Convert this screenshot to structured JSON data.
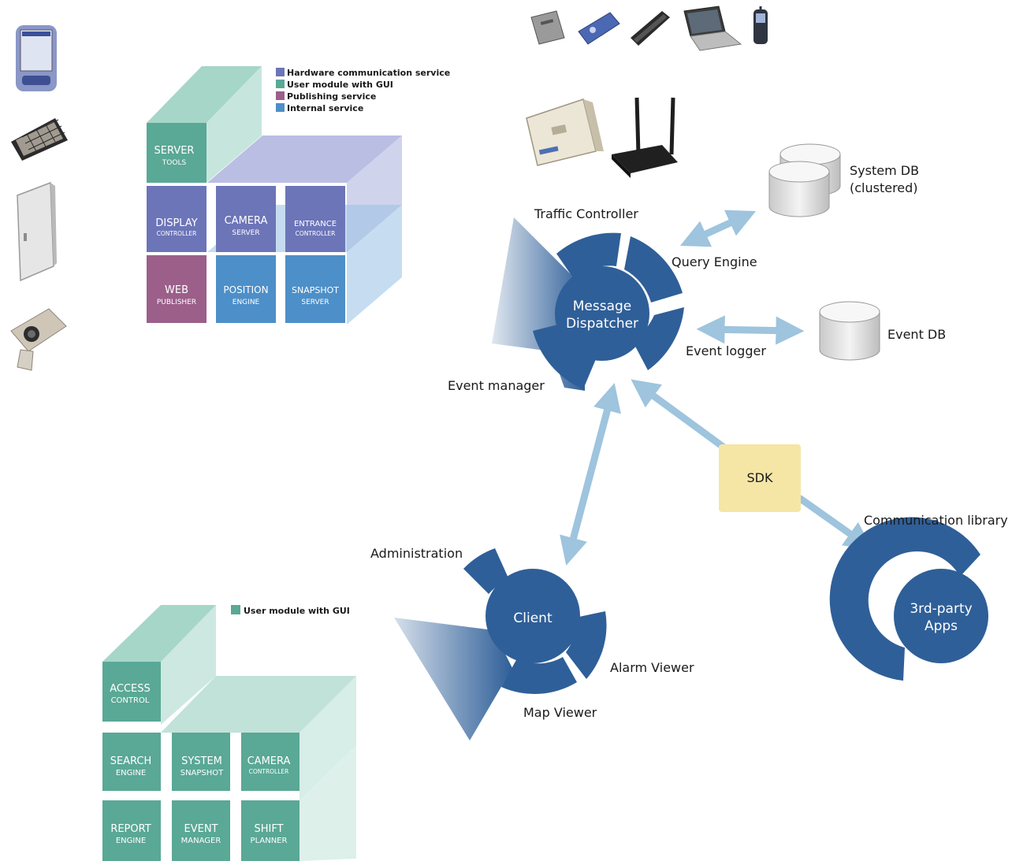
{
  "colors": {
    "primary_blue": "#2f5f98",
    "arrow_blue": "#9ec4de",
    "sdk_yellow": "#f5e6a6",
    "hardware_purple": "#6c75b8",
    "user_module_teal": "#5aa896",
    "publishing_mauve": "#9b5f8a",
    "internal_blue": "#4d8fc8"
  },
  "server_stack": {
    "legend": [
      {
        "label": "Hardware communication service",
        "color": "#6c75b8"
      },
      {
        "label": "User module with GUI",
        "color": "#5aa896"
      },
      {
        "label": "Publishing service",
        "color": "#9b5f8a"
      },
      {
        "label": "Internal service",
        "color": "#4d8fc8"
      }
    ],
    "blocks": [
      {
        "line1": "SERVER",
        "line2": "TOOLS",
        "type": "user_module"
      },
      {
        "line1": "DISPLAY",
        "line2": "CONTROLLER",
        "type": "hardware"
      },
      {
        "line1": "CAMERA",
        "line2": "SERVER",
        "type": "hardware"
      },
      {
        "line1": "ENTRANCE",
        "line2": "CONTROLLER",
        "type": "hardware"
      },
      {
        "line1": "WEB",
        "line2": "PUBLISHER",
        "type": "publishing"
      },
      {
        "line1": "POSITION",
        "line2": "ENGINE",
        "type": "internal"
      },
      {
        "line1": "SNAPSHOT",
        "line2": "SERVER",
        "type": "internal"
      }
    ]
  },
  "client_stack": {
    "legend": [
      {
        "label": "User module with GUI",
        "color": "#5aa896"
      }
    ],
    "blocks": [
      {
        "line1": "ACCESS",
        "line2": "CONTROL"
      },
      {
        "line1": "SEARCH",
        "line2": "ENGINE"
      },
      {
        "line1": "SYSTEM",
        "line2": "SNAPSHOT"
      },
      {
        "line1": "CAMERA",
        "line2": "CONTROLLER"
      },
      {
        "line1": "REPORT",
        "line2": "ENGINE"
      },
      {
        "line1": "EVENT",
        "line2": "MANAGER"
      },
      {
        "line1": "SHIFT",
        "line2": "PLANNER"
      }
    ]
  },
  "dispatcher": {
    "center_line1": "Message",
    "center_line2": "Dispatcher",
    "segments": [
      "Traffic Controller",
      "Query Engine",
      "Event logger",
      "Event manager"
    ]
  },
  "databases": [
    {
      "line1": "System DB",
      "line2": "(clustered)"
    },
    {
      "line1": "Event DB",
      "line2": ""
    }
  ],
  "client": {
    "center": "Client",
    "segments": [
      "Administration",
      "Alarm Viewer",
      "Map Viewer"
    ]
  },
  "sdk": {
    "label": "SDK"
  },
  "third_party": {
    "line1": "3rd-party",
    "line2": "Apps",
    "ring_label": "Communication library"
  },
  "devices": {
    "left_icons": [
      "pda-icon",
      "keypad-icon",
      "door-icon",
      "security-camera-icon"
    ],
    "top_icons": [
      "tag-card-icon",
      "usb-tag-icon",
      "wristband-tag-icon",
      "laptop-icon",
      "mobile-phone-icon"
    ],
    "network_icons": [
      "access-point-icon",
      "wireless-router-icon"
    ]
  }
}
